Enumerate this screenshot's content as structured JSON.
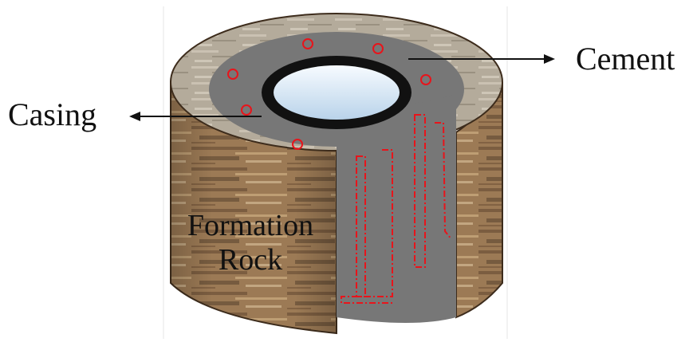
{
  "labels": {
    "casing": "Casing",
    "cement": "Cement",
    "formation_line1": "Formation",
    "formation_line2": "Rock"
  },
  "colors": {
    "rock_base": "#9c7a55",
    "rock_dark": "#5d4630",
    "rock_light": "#c9ad86",
    "rock_top": "#b6ad9c",
    "cement": "#777777",
    "casing": "#111111",
    "bore": "#dce9f5",
    "defect": "#e8141b",
    "arrow": "#111111"
  },
  "icons": [
    "micro-annulus-circle-marker",
    "channel-dash-dot-outline",
    "leader-arrow"
  ]
}
